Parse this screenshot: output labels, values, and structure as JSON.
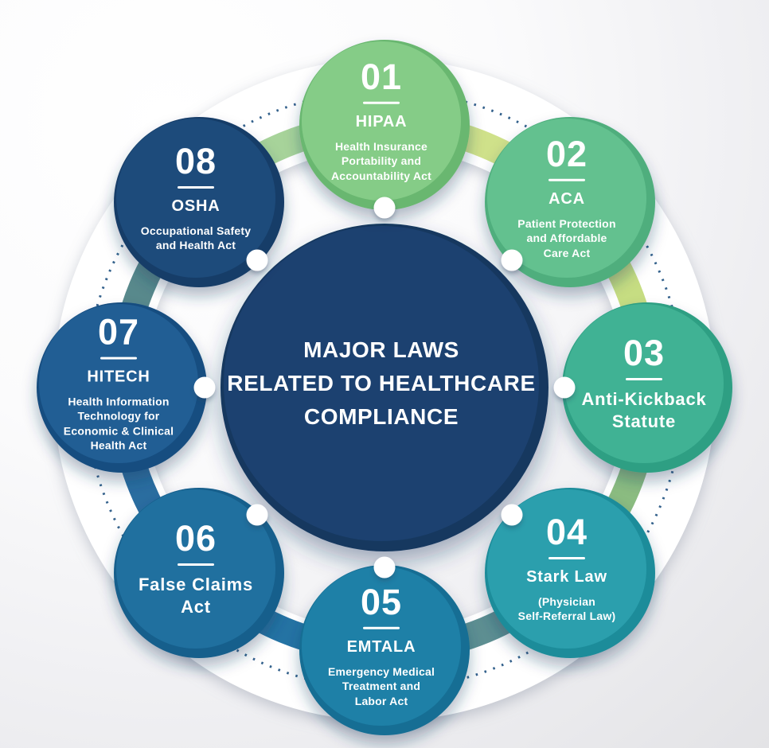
{
  "center": {
    "title": "MAJOR LAWS\nRELATED TO HEALTHCARE\nCOMPLIANCE",
    "color": "#1c4170",
    "rim": "#14385f"
  },
  "ring": {
    "white": "#ffffff",
    "dotted_color": "#1d5080",
    "arc_segments": [
      {
        "name": "gap-08-01",
        "color": "#a7d39a"
      },
      {
        "name": "gap-01-02",
        "color": "#cfe18a"
      },
      {
        "name": "gap-02-03",
        "color": "#c6dd82"
      },
      {
        "name": "gap-03-04",
        "color": "#8bbc81"
      },
      {
        "name": "gap-04-05",
        "color": "#5d8f92"
      },
      {
        "name": "gap-05-06",
        "color": "#2473a4"
      },
      {
        "name": "gap-06-07",
        "color": "#2a6da0"
      },
      {
        "name": "gap-07-08",
        "color": "#58898c"
      }
    ]
  },
  "items": [
    {
      "number": "01",
      "title": "HIPAA",
      "subtitle": "Health Insurance\nPortability and\nAccountability Act",
      "color": "#85cc87",
      "rim": "#69b76f"
    },
    {
      "number": "02",
      "title": "ACA",
      "subtitle": "Patient Protection\nand Affordable\nCare Act",
      "color": "#63c18f",
      "rim": "#4fae7d"
    },
    {
      "number": "03",
      "title": "Anti-Kickback\nStatute",
      "subtitle": "",
      "color": "#40b294",
      "rim": "#2f9f83"
    },
    {
      "number": "04",
      "title": "Stark Law",
      "subtitle": "(Physician\nSelf-Referral Law)",
      "color": "#2b9fad",
      "rim": "#1d8c9a"
    },
    {
      "number": "05",
      "title": "EMTALA",
      "subtitle": "Emergency Medical\nTreatment and\nLabor Act",
      "color": "#1e80a7",
      "rim": "#146e94"
    },
    {
      "number": "06",
      "title": "False Claims\nAct",
      "subtitle": "",
      "color": "#20709f",
      "rim": "#155e8c"
    },
    {
      "number": "07",
      "title": "HITECH",
      "subtitle": "Health Information\nTechnology for\nEconomic & Clinical\nHealth Act",
      "color": "#215e94",
      "rim": "#174e80"
    },
    {
      "number": "08",
      "title": "OSHA",
      "subtitle": "Occupational Safety\nand Health Act",
      "color": "#1d4b7b",
      "rim": "#153c67"
    }
  ]
}
